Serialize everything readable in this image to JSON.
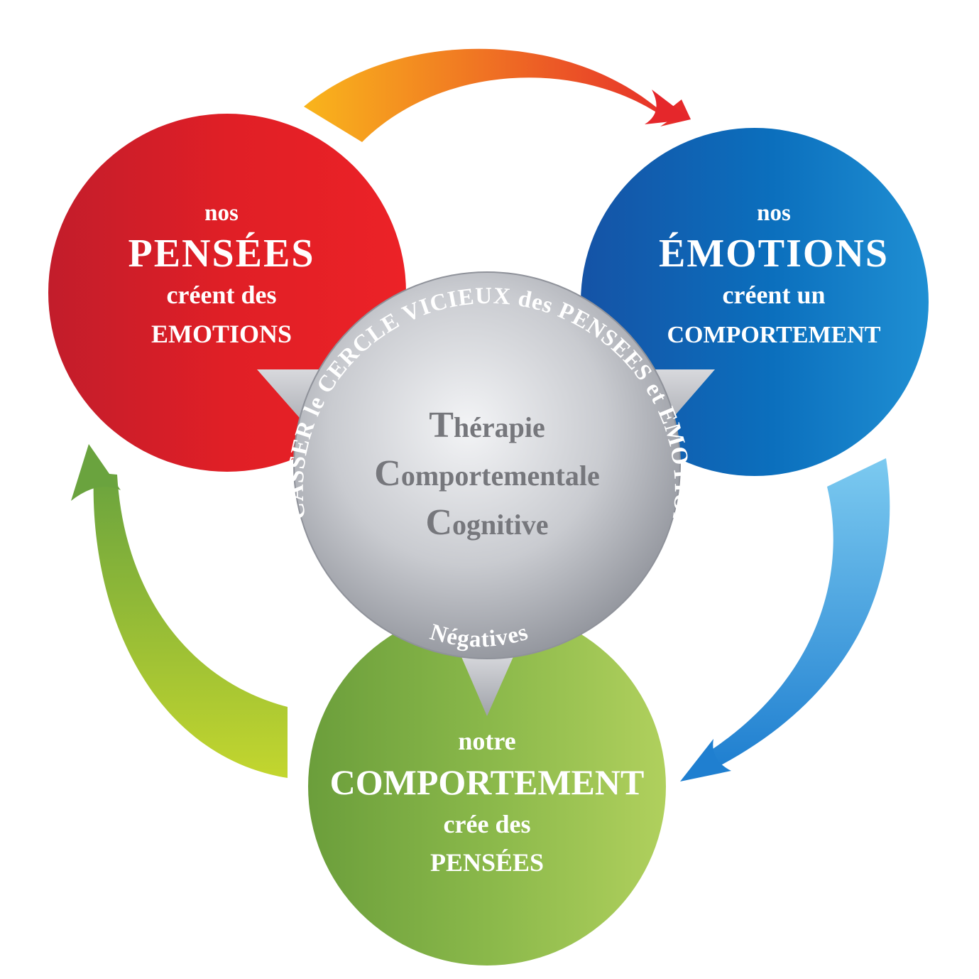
{
  "pensees": {
    "line1": "nos",
    "line2": "PENSÉES",
    "line3": "créent des",
    "line4": "EMOTIONS",
    "color": "#e31e24"
  },
  "emotions": {
    "line1": "nos",
    "line2": "ÉMOTIONS",
    "line3": "créent un",
    "line4": "COMPORTEMENT",
    "color": "#0b6fbd"
  },
  "comportement": {
    "line1": "notre",
    "line2": "COMPORTEMENT",
    "line3": "crée des",
    "line4": "PENSÉES",
    "color": "#8ab84a"
  },
  "center": {
    "line1_initial": "T",
    "line1_rest": "hérapie",
    "line2_initial": "C",
    "line2_rest": "omportementale",
    "line3_initial": "C",
    "line3_rest": "ognitive",
    "ring_text_top": "CASSER le CERCLE VICIEUX des PENSEES et EMOTIONS",
    "ring_text_bottom": "Négatives",
    "color": "#a9acb3"
  },
  "arrows": {
    "top_colors": [
      "#f9b51c",
      "#e5272b"
    ],
    "right_colors": [
      "#1f7fd0",
      "#7ccaf0"
    ],
    "left_colors": [
      "#c3d62e",
      "#6aa33e"
    ]
  }
}
